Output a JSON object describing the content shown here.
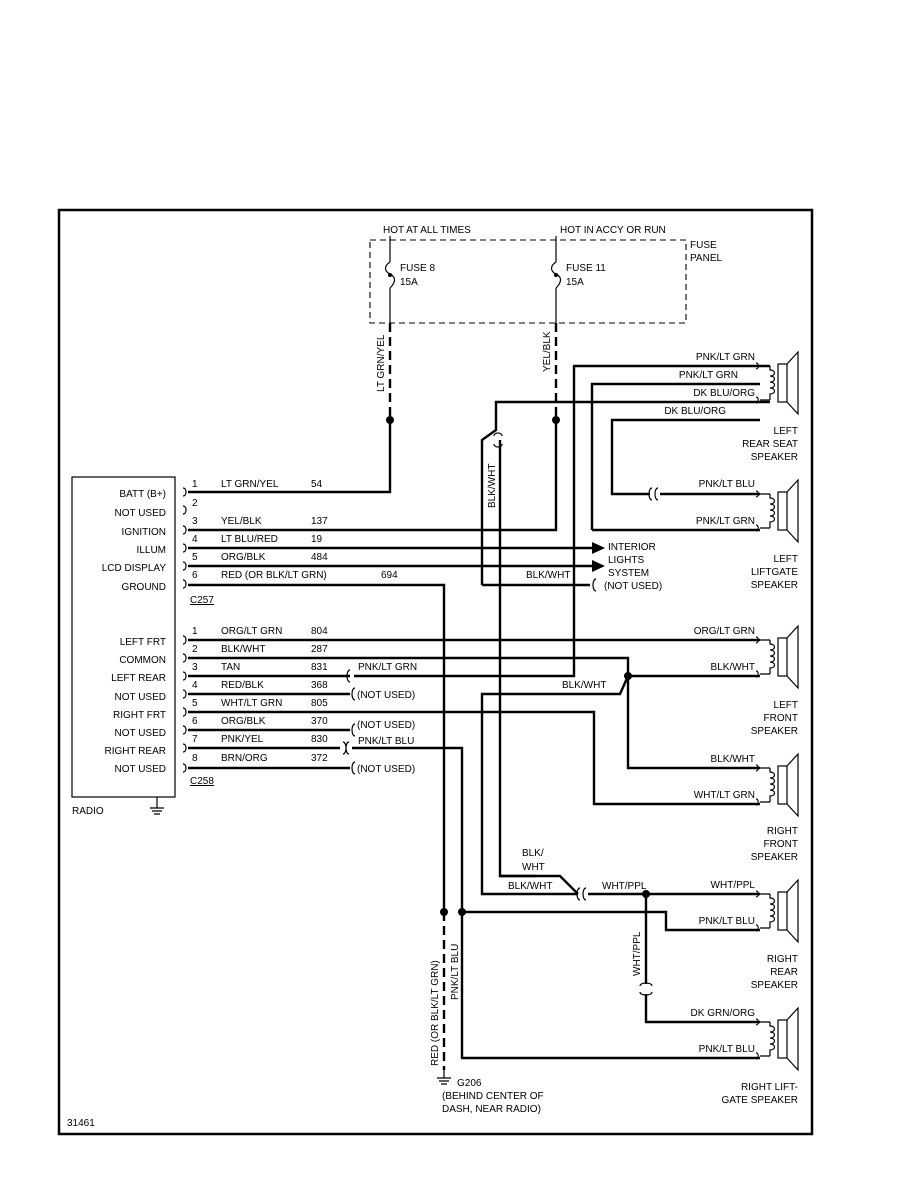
{
  "fuse_panel": {
    "hot_at_all_times": "HOT AT ALL TIMES",
    "hot_in_accy_or_run": "HOT IN ACCY OR RUN",
    "label_line1": "FUSE",
    "label_line2": "PANEL",
    "fuse8_name": "FUSE 8",
    "fuse8_rating": "15A",
    "fuse11_name": "FUSE 11",
    "fuse11_rating": "15A"
  },
  "vertical_wires": {
    "lt_grn_yel": "LT GRN/YEL",
    "yel_blk": "YEL/BLK",
    "blk_wht": "BLK/WHT",
    "red_or_blk_lt_grn": "RED (OR BLK/LT GRN)",
    "pnk_lt_blu": "PNK/LT BLU",
    "wht_ppl": "WHT/PPL"
  },
  "radio": {
    "label": "RADIO",
    "pins": [
      "BATT (B+)",
      "NOT USED",
      "IGNITION",
      "ILLUM",
      "LCD DISPLAY",
      "GROUND",
      "LEFT FRT",
      "COMMON",
      "LEFT REAR",
      "NOT USED",
      "RIGHT FRT",
      "NOT USED",
      "RIGHT REAR",
      "NOT USED"
    ]
  },
  "connector_c257": {
    "name": "C257",
    "rows": [
      {
        "pin": "1",
        "color": "LT GRN/YEL",
        "circuit": "54"
      },
      {
        "pin": "2",
        "color": "",
        "circuit": ""
      },
      {
        "pin": "3",
        "color": "YEL/BLK",
        "circuit": "137"
      },
      {
        "pin": "4",
        "color": "LT BLU/RED",
        "circuit": "19"
      },
      {
        "pin": "5",
        "color": "ORG/BLK",
        "circuit": "484"
      },
      {
        "pin": "6",
        "color": "RED (OR BLK/LT GRN)",
        "circuit": "694"
      }
    ]
  },
  "connector_c258": {
    "name": "C258",
    "rows": [
      {
        "pin": "1",
        "color": "ORG/LT GRN",
        "circuit": "804"
      },
      {
        "pin": "2",
        "color": "BLK/WHT",
        "circuit": "287"
      },
      {
        "pin": "3",
        "color": "TAN",
        "circuit": "831"
      },
      {
        "pin": "4",
        "color": "RED/BLK",
        "circuit": "368"
      },
      {
        "pin": "5",
        "color": "WHT/LT GRN",
        "circuit": "805"
      },
      {
        "pin": "6",
        "color": "ORG/BLK",
        "circuit": "370"
      },
      {
        "pin": "7",
        "color": "PNK/YEL",
        "circuit": "830"
      },
      {
        "pin": "8",
        "color": "BRN/ORG",
        "circuit": "372"
      }
    ]
  },
  "inline_labels": {
    "pnk_lt_grn": "PNK/LT GRN",
    "not_used": "(NOT USED)",
    "pnk_lt_blu": "PNK/LT BLU",
    "blk_wht": "BLK/WHT",
    "interior_lights": [
      "INTERIOR",
      "LIGHTS",
      "SYSTEM"
    ],
    "not_used_lights": "(NOT USED)",
    "blk_wht_stack1": "BLK/",
    "blk_wht_stack2": "WHT",
    "blk_wht_lower": "BLK/WHT",
    "wht_ppl": "WHT/PPL"
  },
  "speakers": {
    "left_rear_seat": {
      "top": "PNK/LT GRN",
      "bottom": "DK BLU/ORG",
      "label": [
        "LEFT",
        "REAR SEAT",
        "SPEAKER"
      ]
    },
    "left_liftgate": {
      "top": "PNK/LT BLU",
      "bottom": "PNK/LT GRN",
      "label": [
        "LEFT",
        "LIFTGATE",
        "SPEAKER"
      ]
    },
    "left_front": {
      "top": "ORG/LT GRN",
      "bottom": "BLK/WHT",
      "label": [
        "LEFT",
        "FRONT",
        "SPEAKER"
      ]
    },
    "right_front": {
      "top": "BLK/WHT",
      "bottom": "WHT/LT GRN",
      "label": [
        "RIGHT",
        "FRONT",
        "SPEAKER"
      ]
    },
    "right_rear": {
      "top": "WHT/PPL",
      "bottom": "PNK/LT BLU",
      "label": [
        "RIGHT",
        "REAR",
        "SPEAKER"
      ]
    },
    "right_liftgate": {
      "top": "DK GRN/ORG",
      "bottom": "PNK/LT BLU",
      "label": [
        "RIGHT LIFT-",
        "GATE SPEAKER"
      ]
    }
  },
  "wire_labels_upper": {
    "pnk_lt_grn_2": "PNK/LT GRN",
    "dk_blu_org_2": "DK BLU/ORG"
  },
  "ground": {
    "name": "G206",
    "line1": "(BEHIND CENTER OF",
    "line2": "DASH, NEAR RADIO)"
  },
  "figure_number": "31461"
}
